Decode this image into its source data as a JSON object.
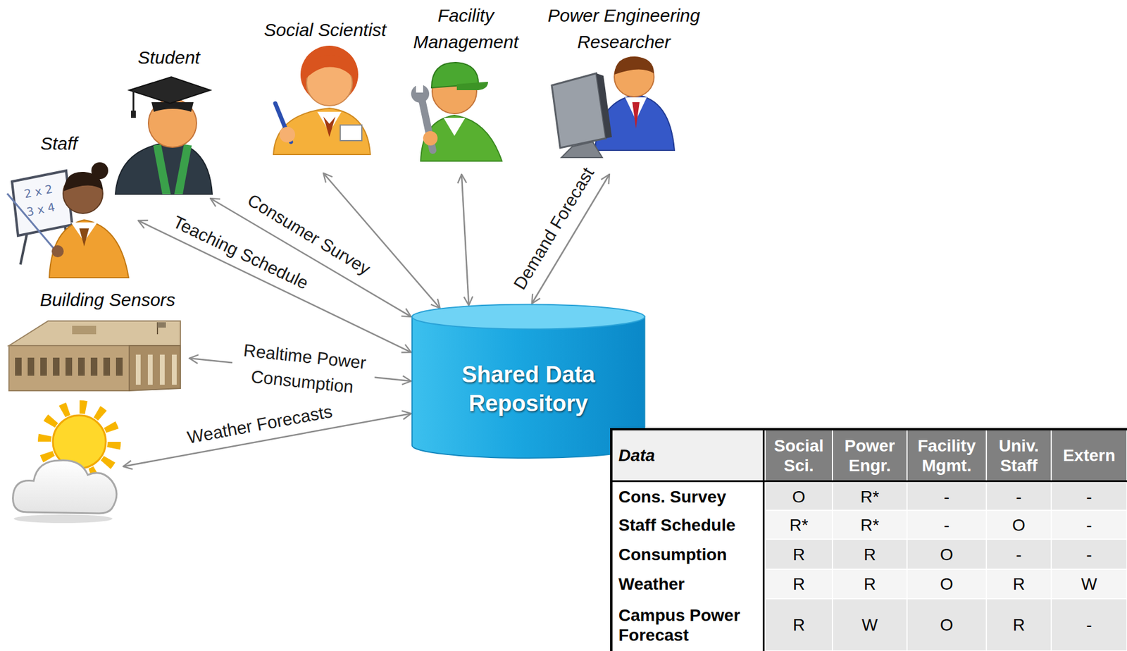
{
  "diagram": {
    "nodes": [
      {
        "text": [
          "Staff"
        ]
      },
      {
        "text": [
          "Student"
        ]
      },
      {
        "text": [
          "Social Scientist"
        ]
      },
      {
        "text": [
          "Facility Management"
        ]
      },
      {
        "text": [
          "Power Engineering Researcher"
        ]
      },
      {
        "text": [
          "Building Sensors"
        ]
      },
      {
        "text": [
          "Shared Data Repository"
        ]
      }
    ],
    "edges": [
      {
        "from": 1,
        "to": 6,
        "arrow": "both",
        "label": "Consumer Survey"
      },
      {
        "from": 0,
        "to": 6,
        "arrow": "both",
        "label": "Teaching Schedule"
      },
      {
        "from": 2,
        "to": 6,
        "arrow": "both"
      },
      {
        "from": 3,
        "to": 6,
        "arrow": "both"
      },
      {
        "from": 4,
        "to": 6,
        "arrow": "both",
        "label": "Demand Forecast"
      },
      {
        "from": 5,
        "to": 6,
        "arrow": "both",
        "label": "Realtime Power Consumption"
      }
    ],
    "labels": [
      "Weather Forecasts",
      "Data",
      "Social Sci.",
      "Power Engr.",
      "Facility Mgmt.",
      "Univ. Staff",
      "Extern",
      "Cons. Survey",
      "O",
      "R*",
      "-",
      "-",
      "-",
      "Staff Schedule",
      "R*",
      "R*",
      "-",
      "O",
      "-",
      "Consumption",
      "R",
      "R",
      "O",
      "-",
      "-",
      "Weather",
      "R",
      "R",
      "O",
      "R",
      "W",
      "Campus Power Forecast",
      "R",
      "W",
      "O",
      "R",
      "-",
      "2 x 2",
      "3 x 4"
    ]
  }
}
